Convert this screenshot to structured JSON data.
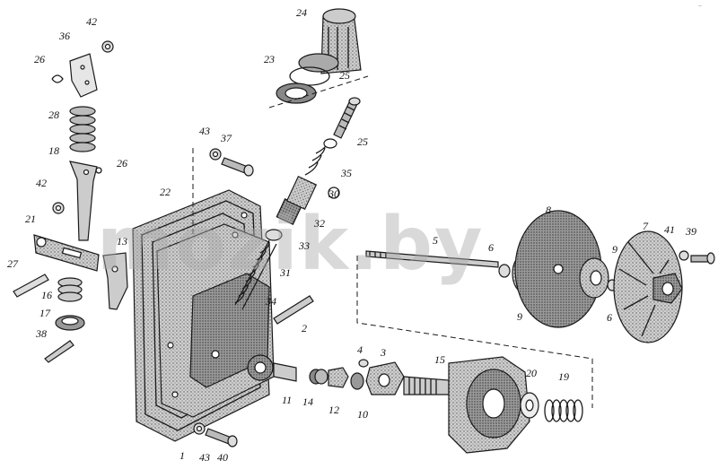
{
  "watermark": "mozik.by",
  "corner_mark": "—",
  "labels": {
    "l1": "1",
    "l2": "2",
    "l3": "3",
    "l4": "4",
    "l5": "5",
    "l6a": "6",
    "l6b": "6",
    "l7": "7",
    "l8": "8",
    "l9a": "9",
    "l9b": "9",
    "l10": "10",
    "l11": "11",
    "l12": "12",
    "l13": "13",
    "l14": "14",
    "l15": "15",
    "l16": "16",
    "l17": "17",
    "l18": "18",
    "l19": "19",
    "l20": "20",
    "l21": "21",
    "l22": "22",
    "l23": "23",
    "l24": "24",
    "l25a": "25",
    "l25b": "25",
    "l26a": "26",
    "l26b": "26",
    "l27": "27",
    "l28": "28",
    "l30": "30",
    "l31": "31",
    "l32": "32",
    "l33": "33",
    "l34": "34",
    "l35": "35",
    "l36": "36",
    "l37": "37",
    "l38": "38",
    "l39": "39",
    "l40": "40",
    "l41": "41",
    "l42a": "42",
    "l42b": "42",
    "l43a": "43",
    "l43b": "43"
  }
}
